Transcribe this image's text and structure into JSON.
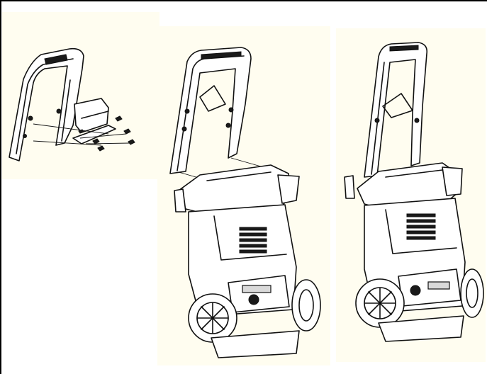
{
  "figure": {
    "steps": [
      {
        "id": "step-1",
        "icon": "handle-bracket-screws-icon"
      },
      {
        "id": "step-2",
        "icon": "handle-insert-into-body-icon"
      },
      {
        "id": "step-3",
        "icon": "assembled-pressure-washer-icon"
      }
    ],
    "colors": {
      "panel_bg": "#fffdf0",
      "line": "#111111",
      "page_bg": "#ffffff"
    }
  }
}
